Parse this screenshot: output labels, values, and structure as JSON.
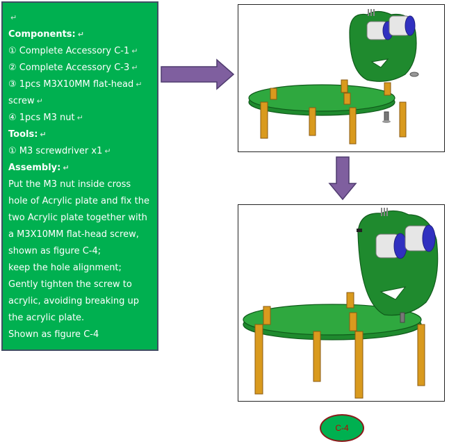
{
  "panel": {
    "top_mark": "↵",
    "components_heading": "Components:",
    "components": [
      "① Complete Accessory C-1",
      "② Complete Accessory C-3",
      "③ 1pcs M3X10MM flat-head",
      "screw",
      "④ 1pcs M3 nut"
    ],
    "tools_heading": "Tools:",
    "tools": [
      "① M3 screwdriver x1"
    ],
    "assembly_heading": "Assembly:",
    "assembly_lines": [
      "Put the M3 nut inside cross",
      "hole of Acrylic plate and fix the",
      "two Acrylic plate together with",
      "a M3X10MM flat-head screw,",
      "shown as figure C-4;",
      "keep the hole alignment;",
      "Gently tighten the screw to",
      "acrylic, avoiding breaking up",
      "the acrylic plate.",
      "Shown as figure C-4"
    ]
  },
  "caption": "C-4",
  "colors": {
    "panel_green": "#00b050",
    "arrow_purple": "#7f5f9f",
    "caption_text": "#c00000",
    "acrylic_green": "#1f8a2e",
    "standoff_orange": "#d99a1e"
  }
}
